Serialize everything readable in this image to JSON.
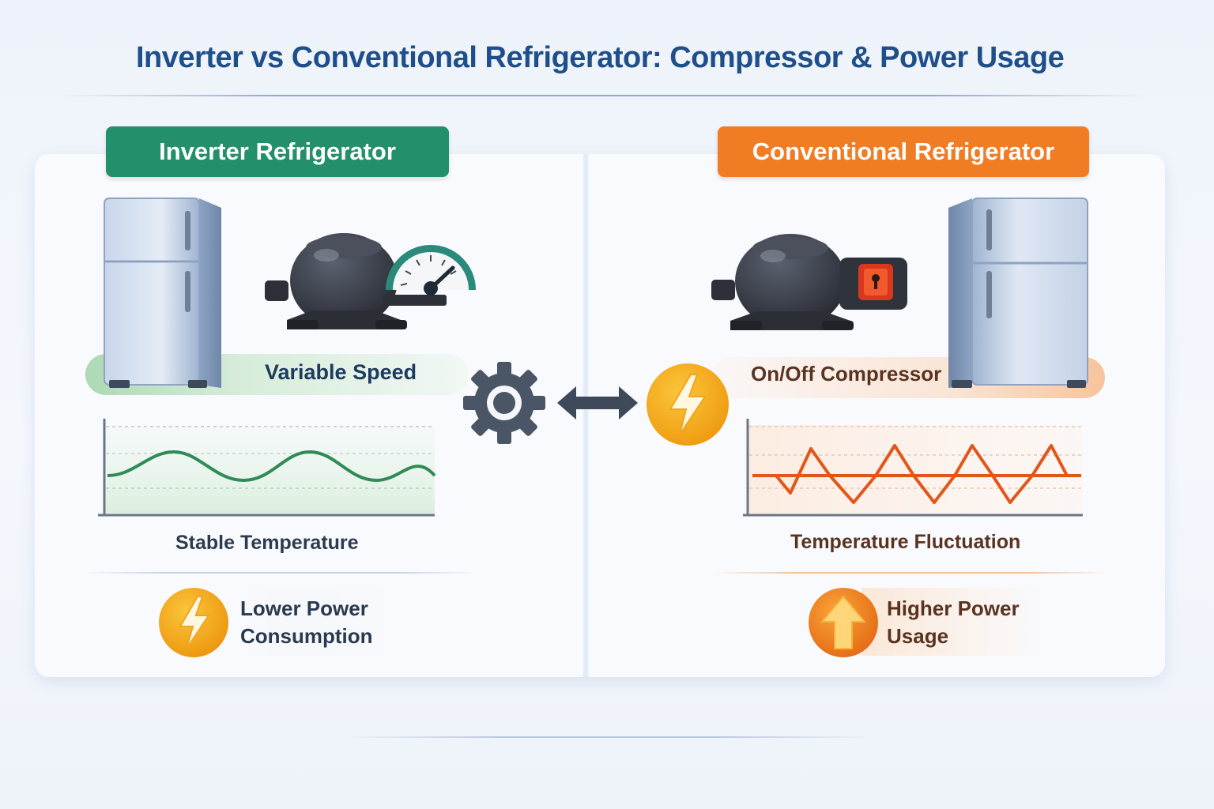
{
  "title": "Inverter vs Conventional Refrigerator: Compressor & Power Usage",
  "left": {
    "header": "Inverter Refrigerator",
    "compressor_label": "Variable Speed",
    "graph_label": "Stable Temperature",
    "power_label": "Lower Power Consumption",
    "accent_color": "#23906b"
  },
  "right": {
    "header": "Conventional Refrigerator",
    "compressor_label": "On/Off Compressor",
    "graph_label": "Temperature Fluctuation",
    "power_label": "Higher Power Usage",
    "accent_color": "#f07c24"
  },
  "icons": {
    "left_fridge": "refrigerator-icon",
    "left_compressor": "compressor-with-gauge-icon",
    "right_compressor": "compressor-with-switch-icon",
    "right_fridge": "refrigerator-icon",
    "center_left": "gear-icon",
    "center_middle": "double-arrow-icon",
    "center_right": "lightning-bolt-icon",
    "lower_power": "lightning-bolt-icon",
    "higher_power": "up-arrow-icon"
  }
}
